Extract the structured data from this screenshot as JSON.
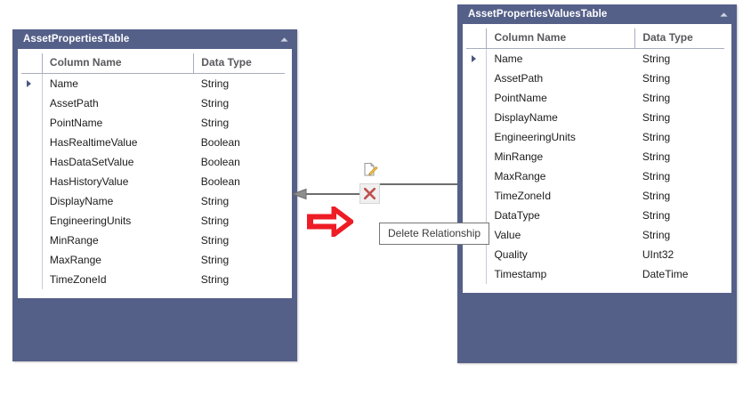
{
  "canvas": {
    "background": "#ffffff",
    "entity_header_color": "#556089",
    "annotation_color": "#ee1c25",
    "connector_color": "#6d6d6d"
  },
  "entities": [
    {
      "id": "asset-properties-table",
      "title": "AssetPropertiesTable",
      "collapse_icon": "chevron-up-icon",
      "columns": [
        "Column Name",
        "Data Type"
      ],
      "rows": [
        {
          "marker": true,
          "name": "Name",
          "type": "String"
        },
        {
          "marker": false,
          "name": "AssetPath",
          "type": "String"
        },
        {
          "marker": false,
          "name": "PointName",
          "type": "String"
        },
        {
          "marker": false,
          "name": "HasRealtimeValue",
          "type": "Boolean"
        },
        {
          "marker": false,
          "name": "HasDataSetValue",
          "type": "Boolean"
        },
        {
          "marker": false,
          "name": "HasHistoryValue",
          "type": "Boolean"
        },
        {
          "marker": false,
          "name": "DisplayName",
          "type": "String"
        },
        {
          "marker": false,
          "name": "EngineeringUnits",
          "type": "String"
        },
        {
          "marker": false,
          "name": "MinRange",
          "type": "String"
        },
        {
          "marker": false,
          "name": "MaxRange",
          "type": "String"
        },
        {
          "marker": false,
          "name": "TimeZoneId",
          "type": "String"
        }
      ]
    },
    {
      "id": "asset-properties-values-table",
      "title": "AssetPropertiesValuesTable",
      "collapse_icon": "chevron-up-icon",
      "columns": [
        "Column Name",
        "Data Type"
      ],
      "rows": [
        {
          "marker": true,
          "name": "Name",
          "type": "String"
        },
        {
          "marker": false,
          "name": "AssetPath",
          "type": "String"
        },
        {
          "marker": false,
          "name": "PointName",
          "type": "String"
        },
        {
          "marker": false,
          "name": "DisplayName",
          "type": "String"
        },
        {
          "marker": false,
          "name": "EngineeringUnits",
          "type": "String"
        },
        {
          "marker": false,
          "name": "MinRange",
          "type": "String"
        },
        {
          "marker": false,
          "name": "MaxRange",
          "type": "String"
        },
        {
          "marker": false,
          "name": "TimeZoneId",
          "type": "String"
        },
        {
          "marker": false,
          "name": "DataType",
          "type": "String"
        },
        {
          "marker": false,
          "name": "Value",
          "type": "String"
        },
        {
          "marker": false,
          "name": "Quality",
          "type": "UInt32"
        },
        {
          "marker": false,
          "name": "Timestamp",
          "type": "DateTime"
        }
      ]
    }
  ],
  "relationship_toolbar": {
    "edit_icon": "edit-document-icon",
    "delete_icon": "delete-x-icon"
  },
  "tooltip": {
    "text": "Delete Relationship"
  },
  "annotation": {
    "icon": "red-right-arrow-icon"
  }
}
